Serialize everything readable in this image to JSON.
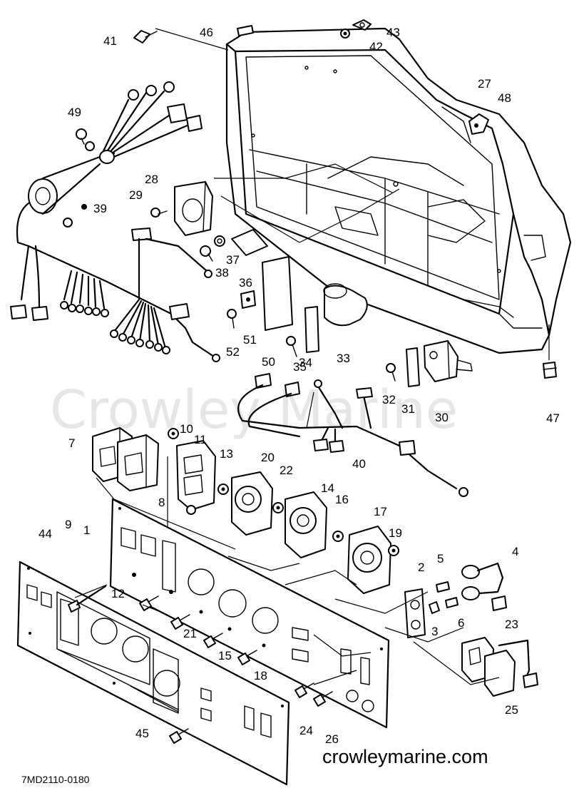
{
  "watermark": "Crowley Marine",
  "site_url": "crowleymarine.com",
  "diagram_code": "7MD2110-0180",
  "callouts": [
    "1",
    "2",
    "3",
    "4",
    "5",
    "6",
    "7",
    "8",
    "9",
    "10",
    "11",
    "12",
    "13",
    "14",
    "15",
    "16",
    "17",
    "18",
    "19",
    "20",
    "21",
    "22",
    "23",
    "24",
    "25",
    "26",
    "27",
    "28",
    "29",
    "30",
    "31",
    "32",
    "33",
    "34",
    "35",
    "36",
    "37",
    "38",
    "39",
    "40",
    "41",
    "42",
    "43",
    "44",
    "45",
    "46",
    "47",
    "48",
    "49",
    "50",
    "51",
    "52"
  ]
}
